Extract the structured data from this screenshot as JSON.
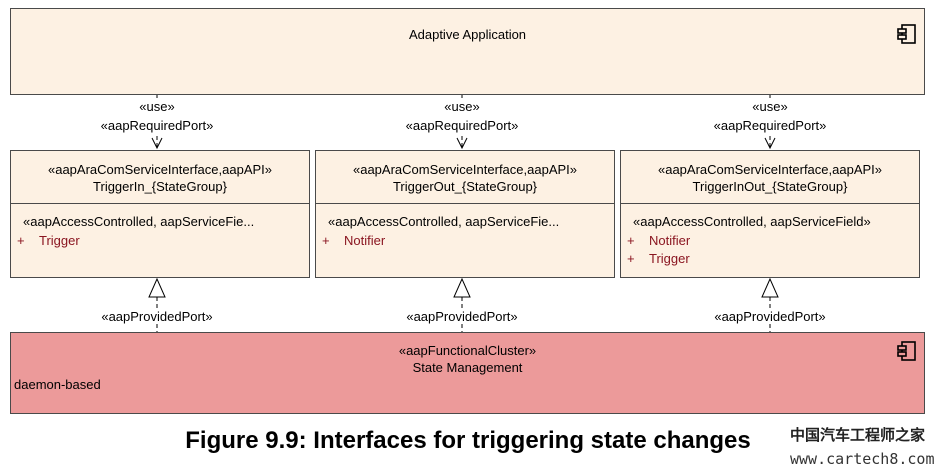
{
  "application": {
    "title": "Adaptive Application",
    "icon": "component-icon"
  },
  "required_ports": [
    {
      "stereotype_use": "«use»",
      "stereotype_port": "«aapRequiredPort»"
    },
    {
      "stereotype_use": "«use»",
      "stereotype_port": "«aapRequiredPort»"
    },
    {
      "stereotype_use": "«use»",
      "stereotype_port": "«aapRequiredPort»"
    }
  ],
  "interfaces": [
    {
      "stereotype": "«aapAraComServiceInterface,aapAPI»",
      "name": "TriggerIn_{StateGroup}",
      "attributes_stereotype": "«aapAccessControlled, aapServiceFie...",
      "members": [
        {
          "visibility": "+",
          "name": "Trigger"
        }
      ]
    },
    {
      "stereotype": "«aapAraComServiceInterface,aapAPI»",
      "name": "TriggerOut_{StateGroup}",
      "attributes_stereotype": "«aapAccessControlled, aapServiceFie...",
      "members": [
        {
          "visibility": "+",
          "name": "Notifier"
        }
      ]
    },
    {
      "stereotype": "«aapAraComServiceInterface,aapAPI»",
      "name": "TriggerInOut_{StateGroup}",
      "attributes_stereotype": "«aapAccessControlled, aapServiceField»",
      "members": [
        {
          "visibility": "+",
          "name": "Notifier"
        },
        {
          "visibility": "+",
          "name": "Trigger"
        }
      ]
    }
  ],
  "provided_ports": [
    {
      "stereotype_port": "«aapProvidedPort»"
    },
    {
      "stereotype_port": "«aapProvidedPort»"
    },
    {
      "stereotype_port": "«aapProvidedPort»"
    }
  ],
  "functional_cluster": {
    "stereotype": "«aapFunctionalCluster»",
    "name": "State Management",
    "note": "daemon-based",
    "icon": "component-icon"
  },
  "caption": "Figure 9.9: Interfaces for triggering state changes",
  "watermark": {
    "line1": "中国汽车工程师之家",
    "line2": "www.cartech8.com"
  },
  "colors": {
    "interface_fill": "#fdf1e3",
    "cluster_fill": "#ec9a9a",
    "member_text": "#8a1520",
    "border": "#4a4a4a"
  }
}
